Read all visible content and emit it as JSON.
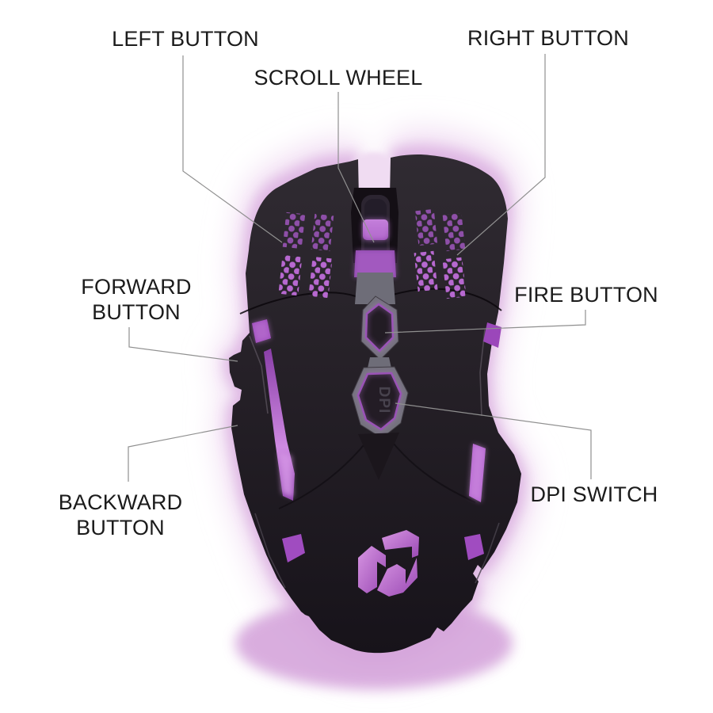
{
  "colors": {
    "background": "#ffffff",
    "glow": "#ddb4e2",
    "mouse_body": "#241f25",
    "accent_purple": "#a855c8",
    "led_dots": "#b163cb",
    "spine_gray": "#73727c",
    "label_text": "#1b1b1b",
    "leader_line": "#909090"
  },
  "labels": {
    "left_button": "LEFT BUTTON",
    "scroll_wheel": "SCROLL WHEEL",
    "right_button": "RIGHT BUTTON",
    "forward_button": "FORWARD BUTTON",
    "fire_button": "FIRE BUTTON",
    "backward_button": "BACKWARD BUTTON",
    "dpi_switch": "DPI SWITCH"
  },
  "mouse": {
    "dpi_text": "DPI"
  }
}
